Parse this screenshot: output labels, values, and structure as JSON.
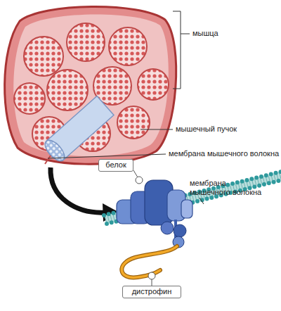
{
  "diagram": {
    "nodes": [
      {
        "text": [
          "белок"
        ]
      },
      {
        "text": [
          "дистрофин"
        ]
      }
    ],
    "labels": [
      "мышца",
      "мышечный пучок",
      "мембрана мышечного волокна",
      "мембрана мышечного волокна"
    ]
  }
}
